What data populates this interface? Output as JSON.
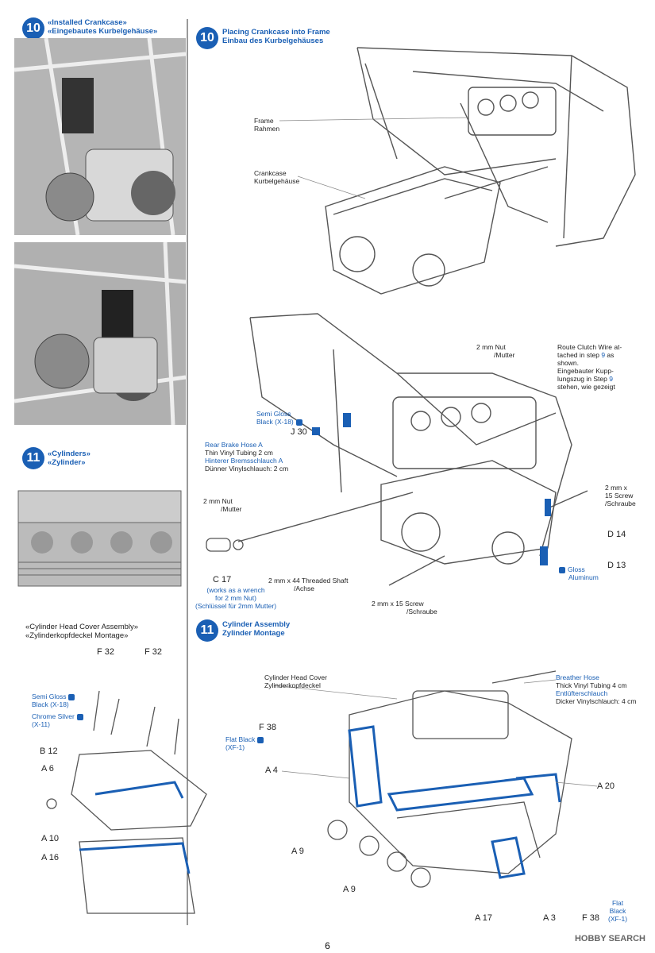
{
  "page_number": "6",
  "watermark": "HOBBY SEARCH",
  "colors": {
    "accent": "#1a5fb4",
    "line": "#444444"
  },
  "left": {
    "photo_step": {
      "number": "10",
      "title_en": "«Installed Crankcase»",
      "title_de": "«Eingebautes Kurbelgehäuse»"
    },
    "cylinders_step": {
      "number": "11",
      "title_en": "«Cylinders»",
      "title_de": "«Zylinder»"
    },
    "head_cover": {
      "title_en": "«Cylinder Head Cover Assembly»",
      "title_de": "«Zylinderkopfdeckel Montage»",
      "parts": [
        "F 32",
        "F 32",
        "B 12",
        "A 6",
        "A 10",
        "A 16"
      ],
      "paints": [
        {
          "en": "Semi Gloss",
          "en2": "Black (X-18)"
        },
        {
          "en": "Chrome Silver",
          "en2": "(X-11)"
        }
      ]
    }
  },
  "step10": {
    "number": "10",
    "title_en": "Placing Crankcase into Frame",
    "title_de": "Einbau des Kurbelgehäuses",
    "labels": {
      "frame_en": "Frame",
      "frame_de": "Rahmen",
      "crankcase_en": "Crankcase",
      "crankcase_de": "Kurbelgehäuse",
      "nut_top_en": "2 mm Nut",
      "nut_top_de": "/Mutter",
      "route1": "Route Clutch Wire at-",
      "route2": "tached in step",
      "route3": "as",
      "route4": "shown.",
      "route_step": "9",
      "route_de1": "Eingebauter Kupp-",
      "route_de2": "lungszug in Step",
      "route_de3": "stehen, wie gezeigt",
      "semi_gloss": "Semi Gloss",
      "semi_gloss2": "Black (X-18)",
      "j30": "J 30",
      "hose1": "Rear Brake Hose A",
      "hose2": "Thin Vinyl Tubing 2 cm",
      "hose_de1": "Hinterer Bremsschlauch A",
      "hose_de2": "Dünner Vinylschlauch: 2 cm",
      "nut_left_en": "2 mm Nut",
      "nut_left_de": "/Mutter",
      "c17": "C 17",
      "c17_1": "(works as a wrench",
      "c17_2": "for 2 mm Nut)",
      "c17_de": "(Schlüssel für 2mm Mutter)",
      "shaft_en": "2 mm x 44 Threaded Shaft",
      "shaft_de": "/Achse",
      "screw_bot_en": "2 mm x 15 Screw",
      "screw_bot_de": "/Schraube",
      "screw_r1": "2 mm x",
      "screw_r2": "15 Screw",
      "screw_r_de": "/Schraube",
      "d14": "D 14",
      "d13": "D 13",
      "gloss1": "Gloss",
      "gloss2": "Aluminum"
    }
  },
  "step11": {
    "number": "11",
    "title_en": "Cylinder Assembly",
    "title_de": "Zylinder Montage",
    "labels": {
      "cover_en": "Cylinder Head Cover",
      "cover_de": "Zylinderkopfdeckel",
      "breather1": "Breather Hose",
      "breather2": "Thick Vinyl Tubing 4 cm",
      "breather_de1": "Entlüfterschlauch",
      "breather_de2": "Dicker Vinylschlauch: 4 cm",
      "f38": "F 38",
      "f38b": "F 38",
      "flat1": "Flat Black",
      "flat2": "(XF-1)",
      "flatr1": "Flat",
      "flatr2": "Black",
      "flatr3": "(XF-1)",
      "a4": "A 4",
      "a20": "A 20",
      "a9a": "A 9",
      "a9b": "A 9",
      "a17": "A 17",
      "a3": "A 3"
    }
  }
}
